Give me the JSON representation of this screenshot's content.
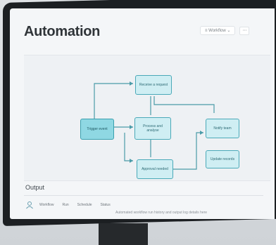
{
  "app": {
    "title": "Automation"
  },
  "toolbar": {
    "view_label": "≡  Workflow  ⌄",
    "more_icon": "⋯"
  },
  "flow": {
    "nodes": {
      "top": "Receive a request",
      "left": "Trigger event",
      "center": "Process and analyse",
      "bottom": "Approval needed",
      "right_top": "Notify team",
      "right_bottom": "Update records"
    }
  },
  "footer": {
    "label": "Output",
    "item_1": "Workflow",
    "item_2": "Run",
    "item_3": "Schedule",
    "item_4": "Status",
    "description": "Automated workflow run history and output log details here"
  },
  "colors": {
    "node_fill": "#cfeef3",
    "node_active": "#8fd8e3",
    "node_border": "#4aa9b8",
    "wire": "#4a9ba8"
  }
}
